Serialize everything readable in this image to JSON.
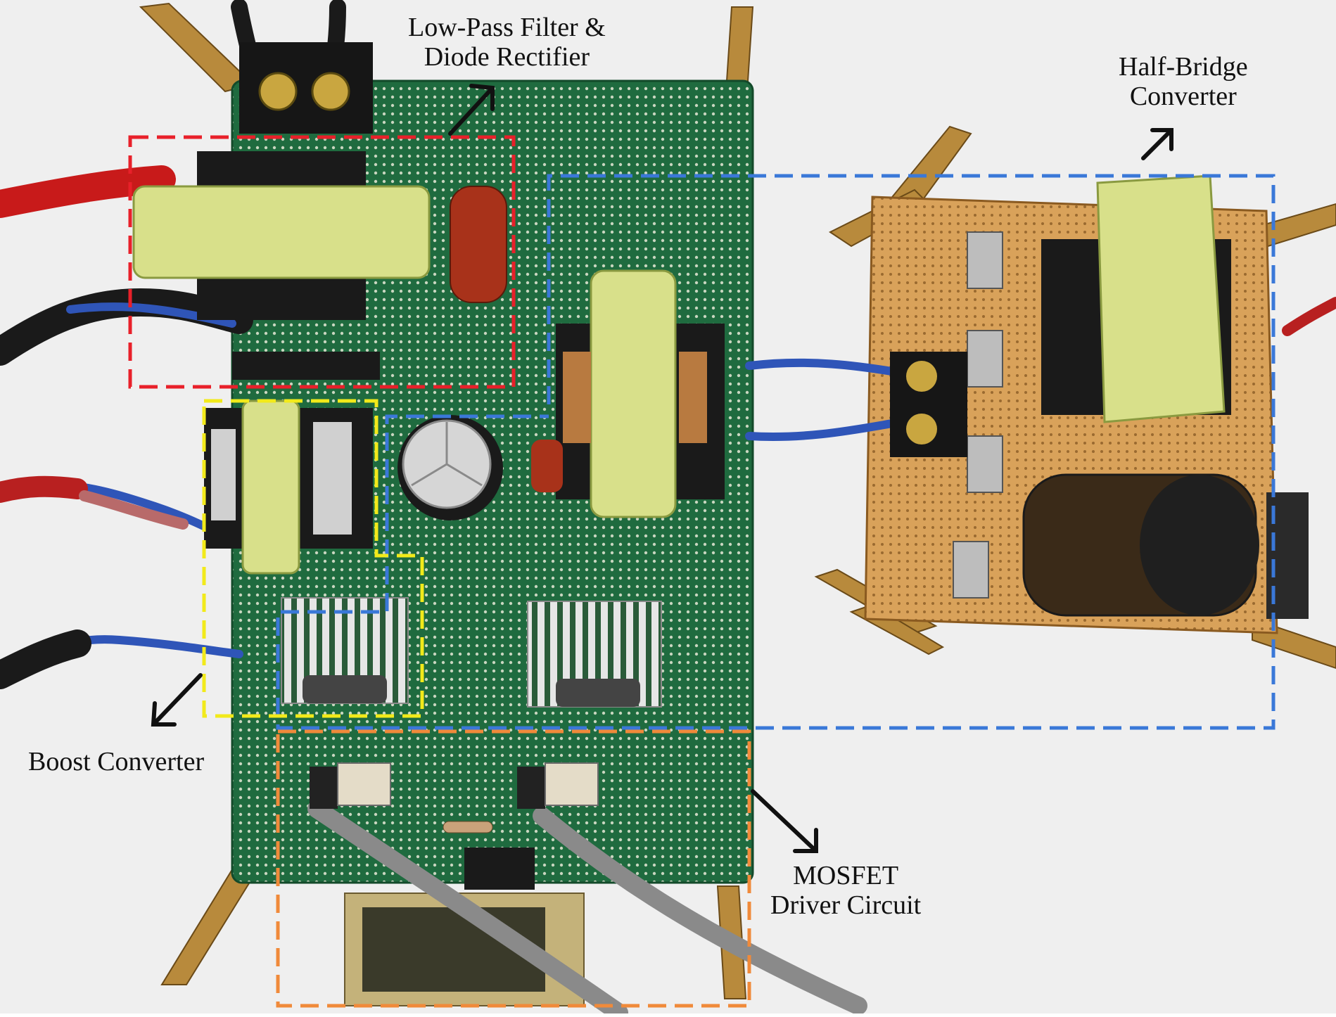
{
  "labels": {
    "lpf": {
      "line1": "Low-Pass Filter &",
      "line2": "Diode Rectifier"
    },
    "hb": {
      "line1": "Half-Bridge",
      "line2": "Converter"
    },
    "boost": {
      "line1": "Boost Converter"
    },
    "driver": {
      "line1": "MOSFET",
      "line2": "Driver Circuit"
    }
  },
  "colors": {
    "lpf_region": "#e8202a",
    "hb_region": "#3a78d8",
    "boost_region": "#f2ea1a",
    "driver_region": "#f08a3a",
    "pcb_green": "#1f6b3f",
    "perfboard": "#d9a25a",
    "core_yellow": "#d8e08a",
    "background": "#ececec"
  }
}
